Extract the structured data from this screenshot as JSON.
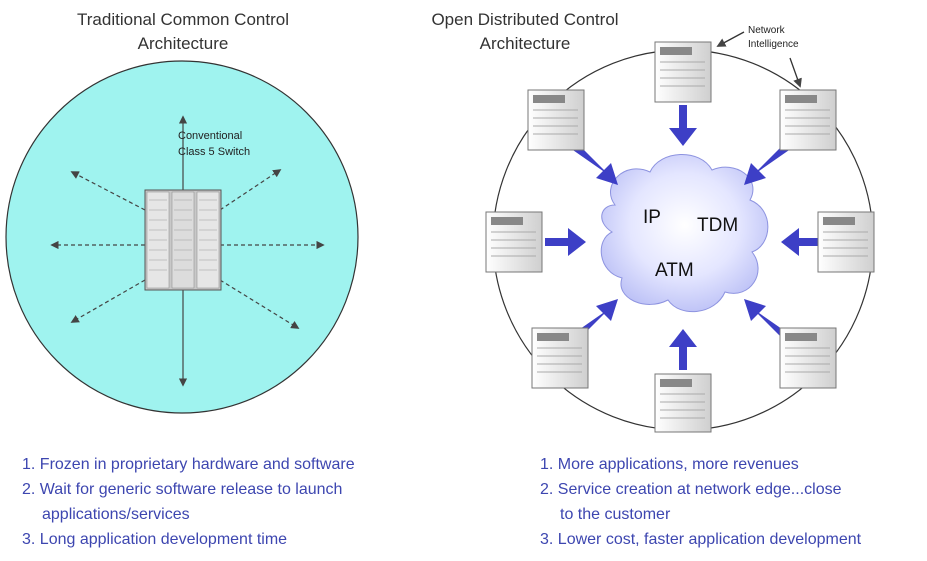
{
  "left": {
    "title_line1": "Traditional Common Control",
    "title_line2": "Architecture",
    "switch_label_line1": "Conventional",
    "switch_label_line2": "Class 5 Switch",
    "points": [
      {
        "text": "1. Frozen in proprietary hardware and software"
      },
      {
        "text": "2. Wait for generic software release to launch",
        "cont": "applications/services"
      },
      {
        "text": "3.  Long application development time"
      }
    ]
  },
  "right": {
    "title_line1": "Open Distributed Control",
    "title_line2": "Architecture",
    "network_label_line1": "Network",
    "network_label_line2": "Intelligence",
    "cloud": {
      "ip": "IP",
      "tdm": "TDM",
      "atm": "ATM"
    },
    "points": [
      {
        "text": "1. More applications, more revenues"
      },
      {
        "text": "2. Service creation at network edge...close",
        "cont": "to the customer"
      },
      {
        "text": "3. Lower cost, faster application development"
      }
    ]
  },
  "colors": {
    "left_circle": "#9ff3ef",
    "cloud": "#d3d7ff",
    "arrow": "#3d3fc6",
    "list_text": "#3d46b0"
  }
}
